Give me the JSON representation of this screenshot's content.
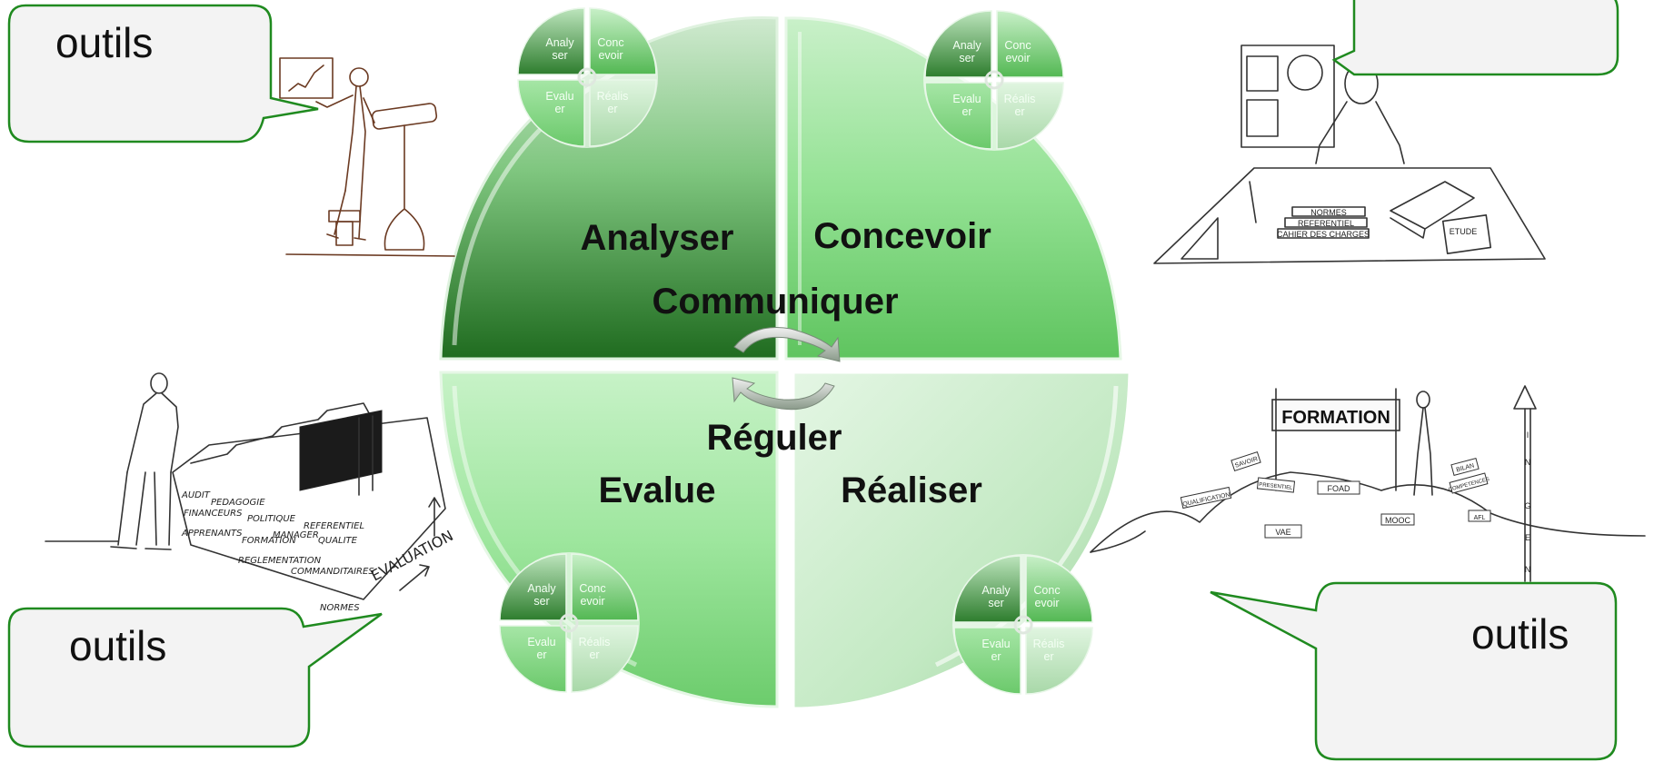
{
  "colors": {
    "dark_green": "#2c7a2c",
    "mid_green": "#7fd27f",
    "light_green": "#b7ecb7",
    "pale_green": "#d7f1d7",
    "bubble_fill": "#f3f3f3",
    "bubble_stroke": "#1f8a1f"
  },
  "quadrants": {
    "analyser": "Analyser",
    "concevoir": "Concevoir",
    "evalue": "Evalue",
    "realiser": "Réaliser"
  },
  "center": {
    "communiquer": "Communiquer",
    "reguler": "Réguler"
  },
  "mini_wheel": {
    "analyser": [
      "Analy",
      "ser"
    ],
    "concevoir": [
      "Conc",
      "evoir"
    ],
    "evaluer": [
      "Evalu",
      "er"
    ],
    "realiser": [
      "Réalis",
      "er"
    ]
  },
  "bubbles": {
    "top_left": "outils",
    "top_right": "",
    "bottom_left": "outils",
    "bottom_right": "outils"
  },
  "illustrations": {
    "top_right_books": [
      "NORMES",
      "REFERENTIEL",
      "CAHIER DES CHARGES"
    ],
    "top_right_paper": "ETUDE",
    "bottom_left_words": [
      "AUDIT",
      "PEDAGOGIE",
      "FINANCEURS",
      "POLITIQUE",
      "REFERENTIEL",
      "APPRENANTS",
      "FORMATION",
      "MANAGER",
      "QUALITE",
      "REGLEMENTATION",
      "COMMANDITAIRES",
      "NORMES"
    ],
    "bottom_left_title": "EVALUATION",
    "bottom_right_sign": "FORMATION",
    "bottom_right_signs": [
      "FOAD",
      "VAE",
      "MOOC",
      "QUALIFICATION",
      "SAVOIR",
      "PRESENTIEL",
      "BILAN",
      "COMPETENCES",
      "AFL"
    ],
    "bottom_right_pole": [
      "I",
      "N",
      "G",
      "E",
      "N"
    ]
  }
}
